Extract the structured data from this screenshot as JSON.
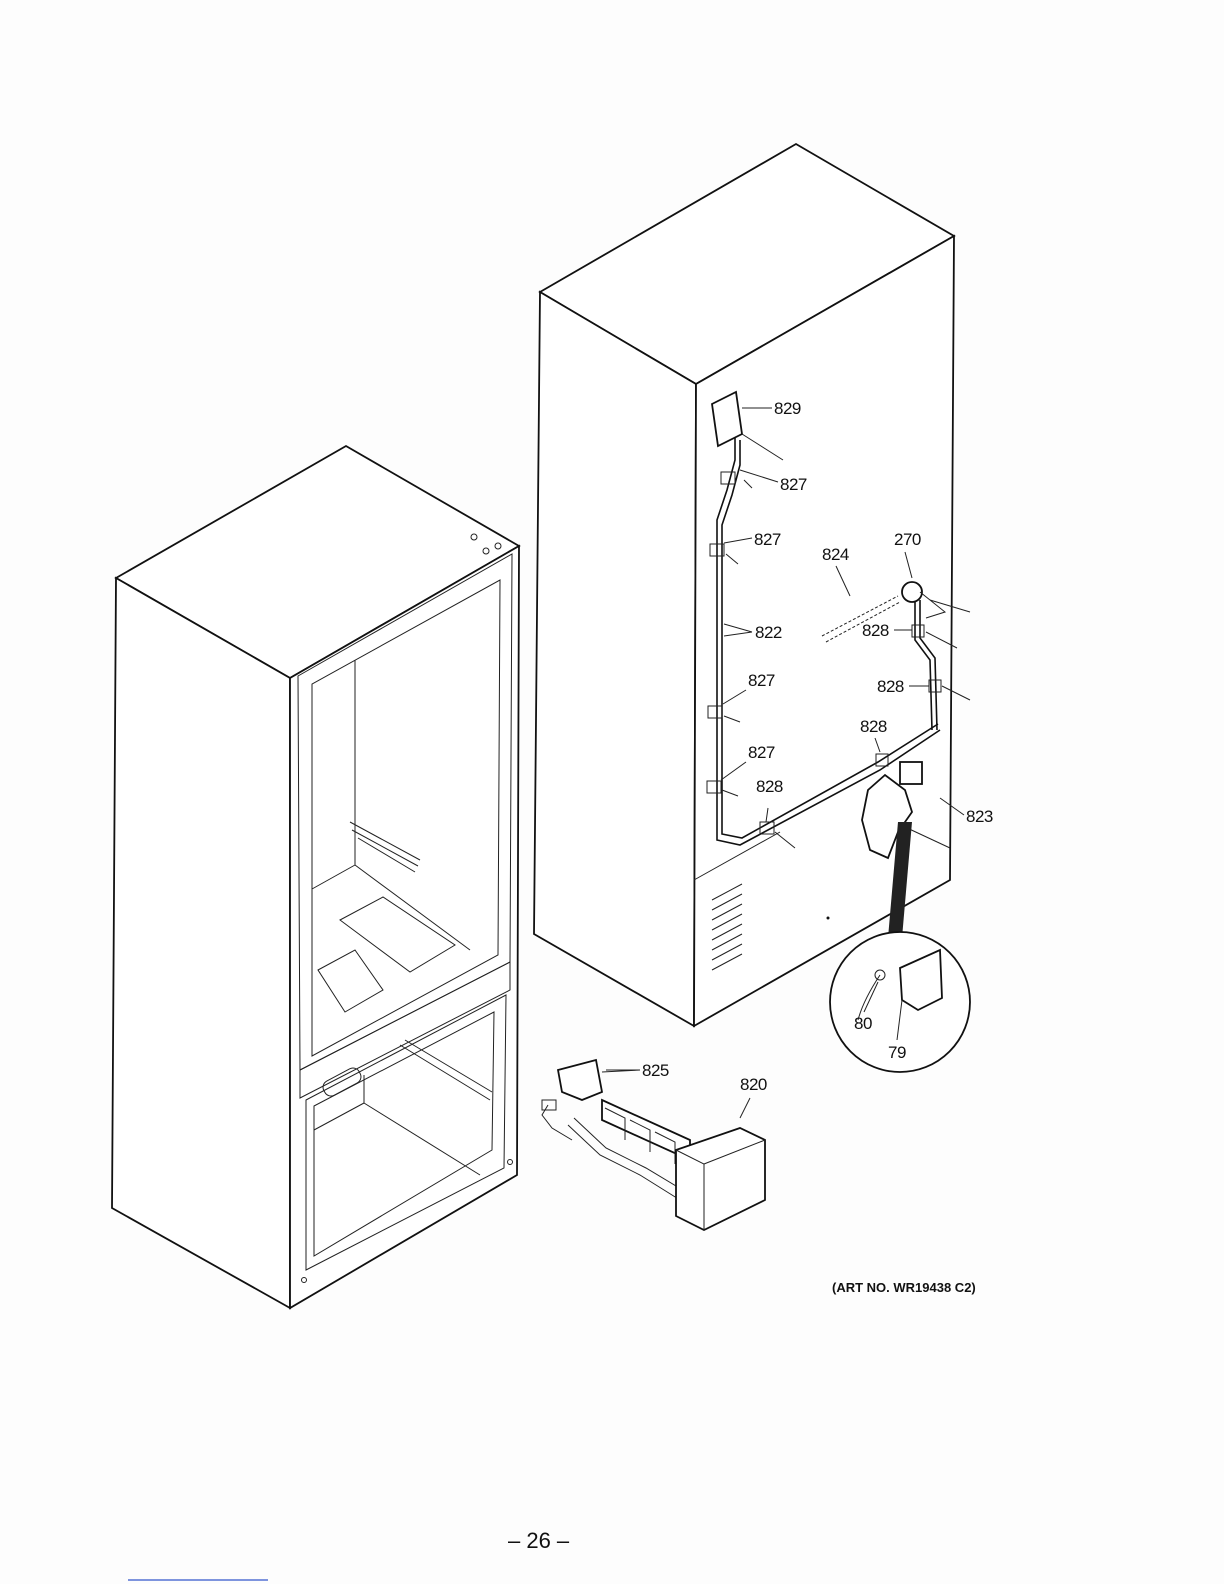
{
  "diagram": {
    "callouts": [
      {
        "id": "829"
      },
      {
        "id": "827"
      },
      {
        "id": "827"
      },
      {
        "id": "827"
      },
      {
        "id": "827"
      },
      {
        "id": "822"
      },
      {
        "id": "824"
      },
      {
        "id": "270"
      },
      {
        "id": "828"
      },
      {
        "id": "828"
      },
      {
        "id": "828"
      },
      {
        "id": "828"
      },
      {
        "id": "823"
      },
      {
        "id": "80"
      },
      {
        "id": "79"
      },
      {
        "id": "825"
      },
      {
        "id": "820"
      }
    ]
  },
  "art_number": "(ART NO. WR19438 C2)",
  "page_number": "– 26 –"
}
